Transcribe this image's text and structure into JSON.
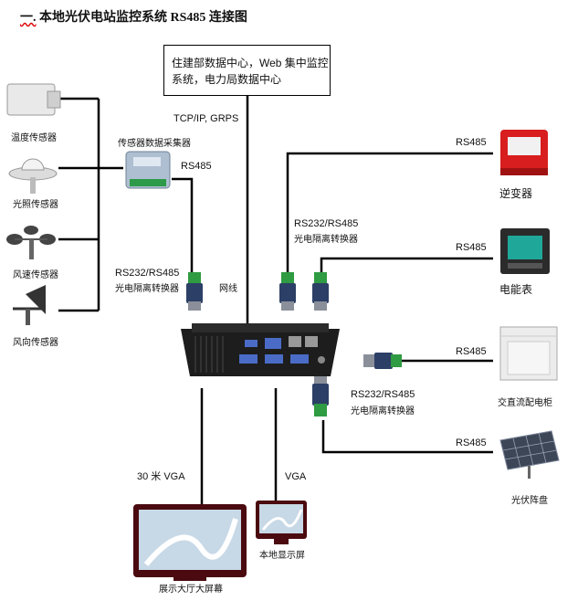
{
  "title_prefix": "一.",
  "title_main": "本地光伏电站监控系统 RS485 连接图",
  "top_box": {
    "line1": "住建部数据中心，Web 集中监控",
    "line2": "系统，电力局数据中心"
  },
  "labels": {
    "tcpip": "TCP/IP, GRPS",
    "collector": "传感器数据采集器",
    "rs485_collector": "RS485",
    "converter_left_1": "RS232/RS485",
    "converter_left_2": "光电隔离转换器",
    "network_cable": "网线",
    "rs485_inverter": "RS485",
    "converter_mid_1": "RS232/RS485",
    "converter_mid_2": "光电隔离转换器",
    "rs485_meter": "RS485",
    "rs485_cabinet": "RS485",
    "converter_right_1": "RS232/RS485",
    "converter_right_2": "光电隔离转换器",
    "rs485_panel": "RS485",
    "vga_30m": "30 米 VGA",
    "vga": "VGA"
  },
  "devices": {
    "temp_sensor": "温度传感器",
    "light_sensor": "光照传感器",
    "wind_speed": "风速传感器",
    "wind_dir": "风向传感器",
    "inverter": "逆变器",
    "meter": "电能表",
    "cabinet": "交直流配电柜",
    "solar_panel": "光伏阵盘",
    "big_screen": "展示大厅大屏幕",
    "local_screen": "本地显示屏"
  },
  "colors": {
    "inverter_red": "#d81e1e",
    "meter_screen": "#1fa89a",
    "monitor_bezel": "#4a0a10"
  }
}
